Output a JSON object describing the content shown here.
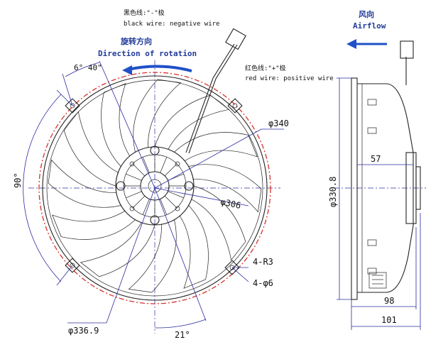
{
  "labels": {
    "wire_black_cn": "黑色线:\"-\"极",
    "wire_black_en": "black wire: negative wire",
    "rotation_cn": "旋转方向",
    "rotation_en": "Direction of rotation",
    "wire_red_cn": "红色线:\"+\"极",
    "wire_red_en": "red wire: positive wire",
    "airflow_cn": "风向",
    "airflow_en": "Airflow",
    "angle_offset": "6° 40\"",
    "angle_90": "90°",
    "angle_21": "21°",
    "dia_340": "φ340",
    "dia_306": "φ306",
    "dia_3369": "φ336.9",
    "dia_3308": "φ330.8",
    "mount_r3": "4-R3",
    "mount_hole": "4-φ6",
    "depth_57": "57",
    "depth_98": "98",
    "depth_101": "101"
  },
  "colors": {
    "dimension": "#2b2ba0",
    "outline_dashed": "#d9302c",
    "label_blue": "#1f3a9a",
    "arrow_blue": "#2050c8"
  }
}
